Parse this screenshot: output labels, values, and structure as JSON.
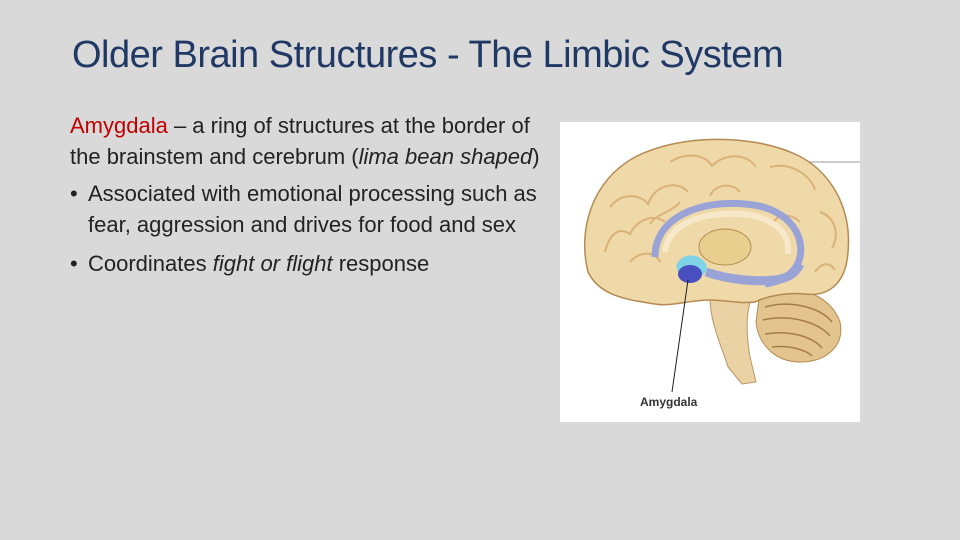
{
  "slide": {
    "title": "Older Brain Structures - The Limbic System",
    "intro": {
      "term": "Amygdala",
      "definition_before": " – a ring of structures at the border of the brainstem and cerebrum (",
      "definition_italic": "lima bean shaped",
      "definition_after": ")"
    },
    "bullets": [
      {
        "text": "Associated with emotional processing such as fear, aggression and drives for food and sex"
      },
      {
        "text_before": "Coordinates ",
        "text_italic": "fight or flight",
        "text_after": " response"
      }
    ],
    "bullet_glyph": "•"
  },
  "figure": {
    "label": "Amygdala",
    "colors": {
      "cortex": "#f0d9a8",
      "cortex_fold": "#d9b27a",
      "limbic_ring": "#9aa3d6",
      "amygdala": "#4a4fc0",
      "hippocampus": "#7fd3e6",
      "thalamus": "#e8cf8e",
      "brainstem": "#ead2a4",
      "cerebellum": "#e3c48f"
    }
  }
}
